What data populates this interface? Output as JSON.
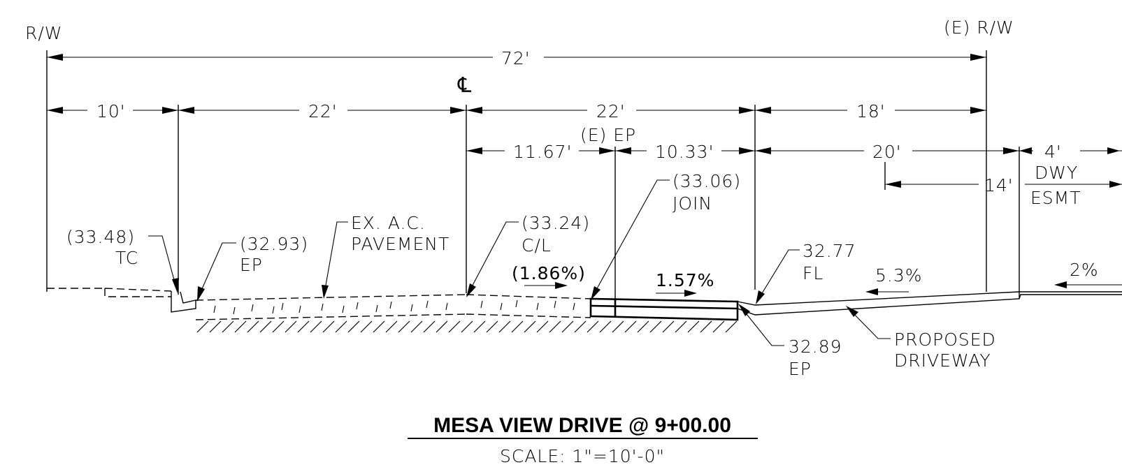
{
  "labels": {
    "rw_left": "R/W",
    "rw_right": "(E) R/W",
    "centerline_symbol": "℄",
    "existing_ep": "(E) EP"
  },
  "dimensions": {
    "total": "72'",
    "d10": "10'",
    "d22_left": "22'",
    "d22_right": "22'",
    "d18": "18'",
    "d1167": "11.67'",
    "d1033": "10.33'",
    "d20": "20'",
    "d4": "4'",
    "d14": "14'"
  },
  "easement": {
    "line1": "DWY",
    "line2": "ESMT"
  },
  "callouts": {
    "tc_elev": "(33.48)",
    "tc_label": "TC",
    "ep_elev": "(32.93)",
    "ep_label": "EP",
    "pavement_line1": "EX. A.C.",
    "pavement_line2": "PAVEMENT",
    "cl_elev": "(33.24)",
    "cl_label": "C/L",
    "join_elev": "(33.06)",
    "join_label": "JOIN",
    "fl_elev": "32.77",
    "fl_label": "FL",
    "ep2_elev": "32.89",
    "ep2_label": "EP",
    "driveway_line1": "PROPOSED",
    "driveway_line2": "DRIVEWAY"
  },
  "slopes": {
    "existing": "(1.86%)",
    "proposed_pavement": "1.57%",
    "driveway": "5.3%",
    "right": "2%"
  },
  "title": {
    "main": "MESA VIEW DRIVE @ 9+00.00",
    "scale": "SCALE:  1\"=10'-0\""
  }
}
